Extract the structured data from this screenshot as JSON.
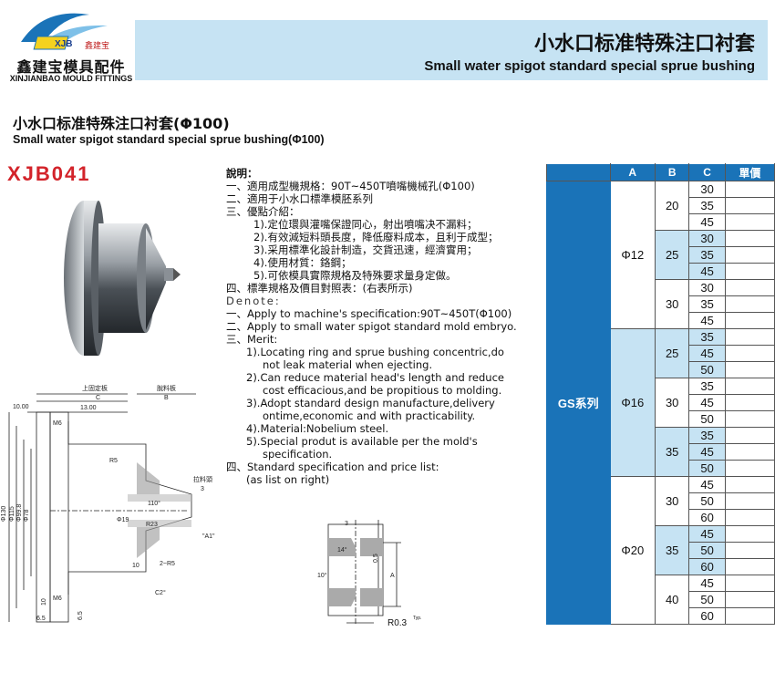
{
  "logo": {
    "mark": "XJB",
    "mark_cn": "鑫建宝",
    "name_cn": "鑫建宝模具配件",
    "name_en": "XINJIANBAO MOULD FITTINGS"
  },
  "banner": {
    "title_cn": "小水口标准特殊注口衬套",
    "title_en": "Small water spigot standard special sprue bushing"
  },
  "product": {
    "title_cn": "小水口标准特殊注口衬套(Φ100)",
    "title_en": "Small water spigot standard special sprue bushing(Φ100)",
    "code": "XJB041"
  },
  "description": {
    "heading": "說明：",
    "cn_lines": [
      "一、適用成型機規格：90T~450T噴嘴機械孔(Φ100)",
      "二、適用于小水口標準模胚系列",
      "三、優點介紹：",
      "1).定位環與灌嘴保證同心，射出噴嘴决不漏料；",
      "2).有效減短料頭長度，降低廢料成本，且利于成型；",
      "3).采用標準化設計制造，交貨迅速，經濟實用；",
      "4).使用材質：鉻鋼；",
      "5).可依模具實際規格及特殊要求量身定做。",
      "四、標準規格及價目對照表：(右表所示)"
    ],
    "denote": "Denote:",
    "en_lines": [
      "一、Apply to machine's specification:90T~450T(Φ100)",
      "二、Apply to small water spigot standard mold embryo.",
      "三、Merit:",
      "1).Locating ring and sprue bushing concentric,do",
      "not leak material when ejecting.",
      "2).Can reduce material head's length and reduce",
      "cost efficacious,and be propitious to molding.",
      "3).Adopt standard design manufacture,delivery",
      "ontime,economic and with practicability.",
      "4).Material:Nobelium steel.",
      "5).Special produt is available per the mold's",
      "specification.",
      "四、Standard specification and price list:",
      "(as list on right)"
    ]
  },
  "table": {
    "headers": [
      "",
      "A",
      "B",
      "C",
      "單價"
    ],
    "series": "GS系列",
    "groups": [
      {
        "A": "Φ12",
        "rows": [
          {
            "B": "20",
            "C": [
              "30",
              "35",
              "45"
            ]
          },
          {
            "B": "25",
            "C": [
              "30",
              "35",
              "45"
            ]
          },
          {
            "B": "30",
            "C": [
              "30",
              "35",
              "45"
            ]
          }
        ]
      },
      {
        "A": "Φ16",
        "rows": [
          {
            "B": "25",
            "C": [
              "35",
              "45",
              "50"
            ]
          },
          {
            "B": "30",
            "C": [
              "35",
              "45",
              "50"
            ]
          },
          {
            "B": "35",
            "C": [
              "35",
              "45",
              "50"
            ]
          }
        ]
      },
      {
        "A": "Φ20",
        "rows": [
          {
            "B": "30",
            "C": [
              "45",
              "50",
              "60"
            ]
          },
          {
            "B": "35",
            "C": [
              "45",
              "50",
              "60"
            ]
          },
          {
            "B": "40",
            "C": [
              "45",
              "50",
              "60"
            ]
          }
        ]
      }
    ]
  },
  "drawing": {
    "labels": [
      "上固定板",
      "脫料板",
      "10.00",
      "13.00",
      "C",
      "B",
      "M6",
      "R5",
      "110°",
      "R23",
      "Φ19",
      "3",
      "拉料頭",
      "\"A1\"",
      "10",
      "2~R5",
      "C2°",
      "Φ130",
      "Φ115",
      "Φ99.8",
      "Φ78",
      "6.5",
      "M6",
      "6.5",
      "10"
    ],
    "detail_labels": [
      "3",
      "14°",
      "0.5",
      "10°",
      "A",
      "R0.3",
      "Typ."
    ]
  }
}
